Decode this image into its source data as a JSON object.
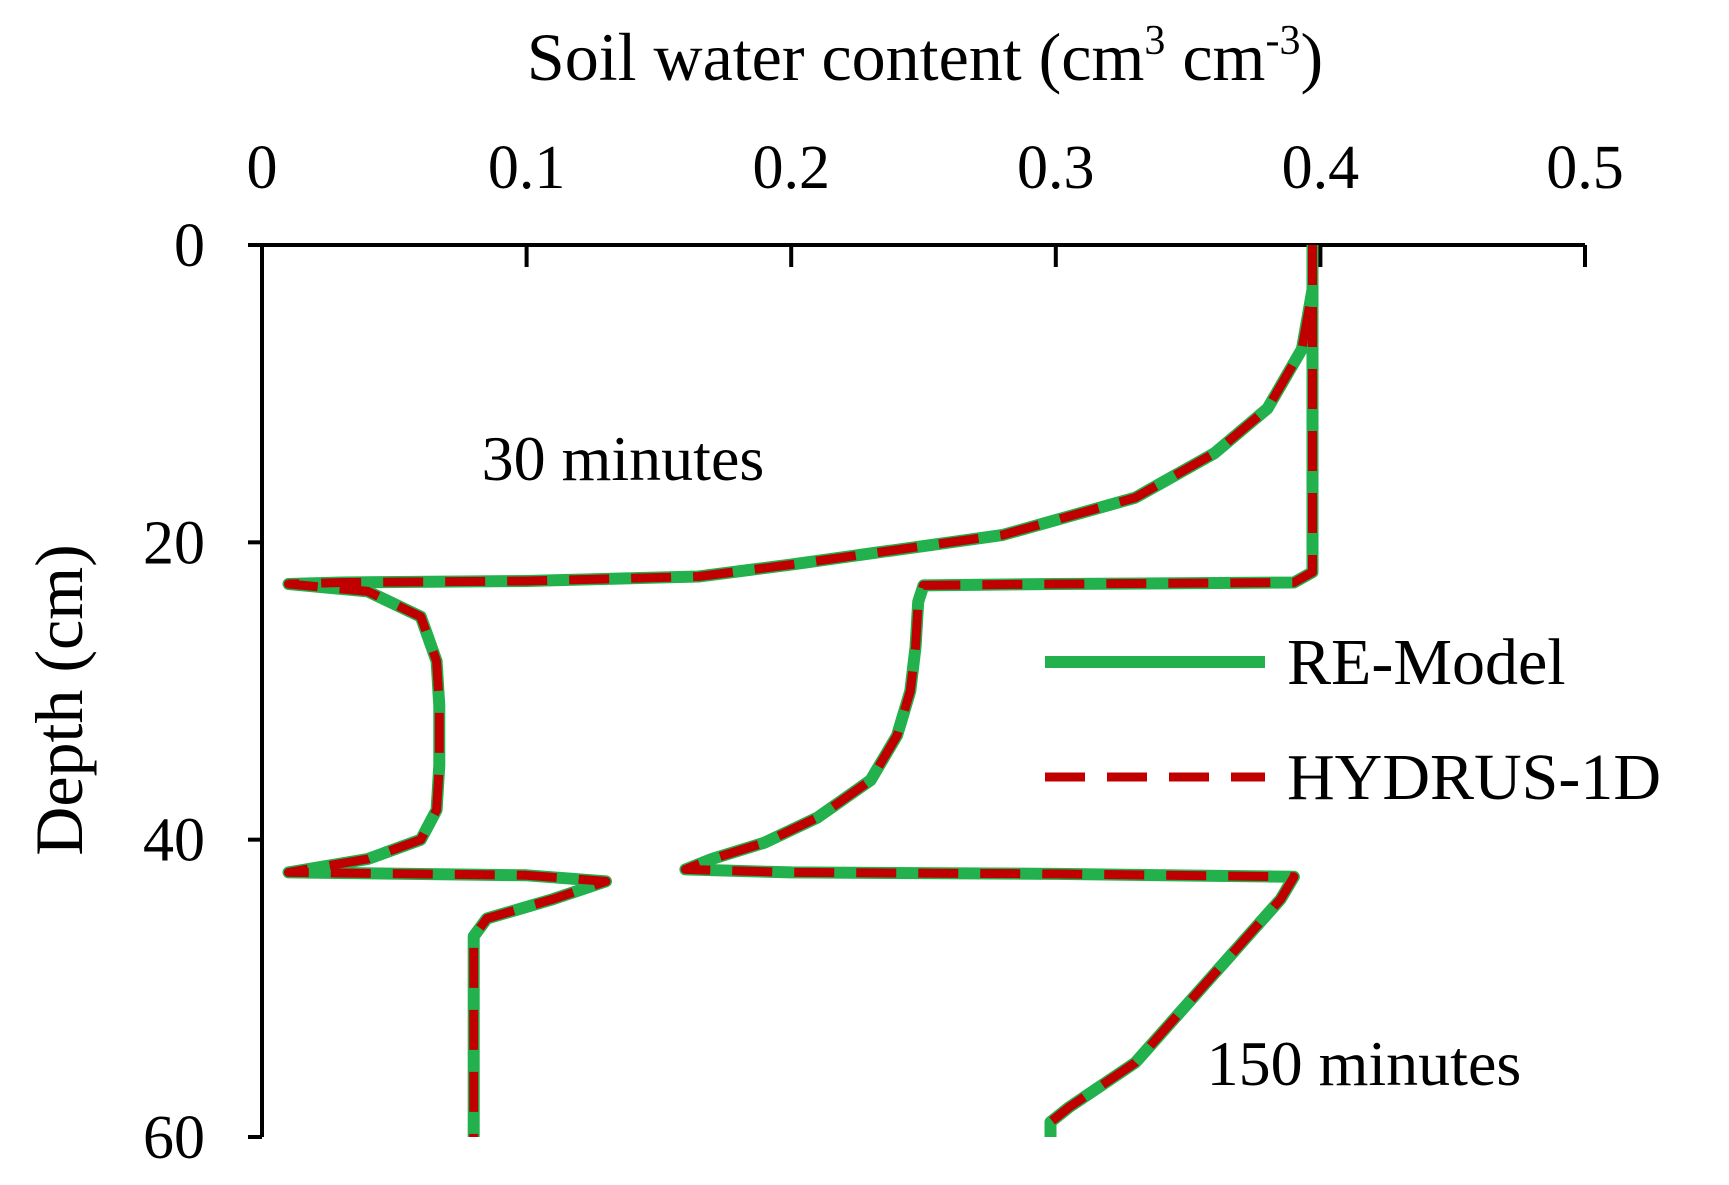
{
  "chart_data": {
    "type": "line",
    "title": "",
    "xlabel": "Soil water content (cm",
    "xlabel_sup1": "3",
    "xlabel_mid": " cm",
    "xlabel_sup2": "-3",
    "xlabel_end": ")",
    "ylabel": "Depth (cm)",
    "x_axis_position": "top",
    "y_axis_inverted": true,
    "xlim": [
      0,
      0.5
    ],
    "ylim": [
      0,
      60
    ],
    "x_ticks": [
      "0",
      "0.1",
      "0.2",
      "0.3",
      "0.4",
      "0.5"
    ],
    "y_ticks": [
      "0",
      "20",
      "40",
      "60"
    ],
    "x_tick_values": [
      0,
      0.1,
      0.2,
      0.3,
      0.4,
      0.5
    ],
    "y_tick_values": [
      0,
      20,
      40,
      60
    ],
    "grid": false,
    "legend_position": "right",
    "series": [
      {
        "name": "RE-Model",
        "color": "#22b14c",
        "style": "solid",
        "profiles": [
          {
            "label": "30 minutes",
            "points": [
              [
                0.397,
                0
              ],
              [
                0.397,
                3
              ],
              [
                0.393,
                7
              ],
              [
                0.38,
                11
              ],
              [
                0.36,
                14
              ],
              [
                0.33,
                17
              ],
              [
                0.28,
                19.5
              ],
              [
                0.2,
                21.5
              ],
              [
                0.165,
                22.3
              ],
              [
                0.1,
                22.6
              ],
              [
                0.03,
                22.7
              ],
              [
                0.01,
                22.8
              ],
              [
                0.04,
                23.3
              ],
              [
                0.06,
                25
              ],
              [
                0.066,
                28
              ],
              [
                0.067,
                31
              ],
              [
                0.067,
                35
              ],
              [
                0.066,
                38
              ],
              [
                0.06,
                40
              ],
              [
                0.04,
                41.3
              ],
              [
                0.01,
                42.2
              ],
              [
                0.1,
                42.4
              ],
              [
                0.13,
                42.8
              ],
              [
                0.11,
                44
              ],
              [
                0.085,
                45.3
              ],
              [
                0.08,
                46.5
              ],
              [
                0.08,
                52
              ],
              [
                0.08,
                60
              ]
            ]
          },
          {
            "label": "150 minutes",
            "points": [
              [
                0.397,
                0
              ],
              [
                0.397,
                10
              ],
              [
                0.397,
                20
              ],
              [
                0.397,
                22
              ],
              [
                0.39,
                22.7
              ],
              [
                0.3,
                22.8
              ],
              [
                0.25,
                22.9
              ],
              [
                0.248,
                24
              ],
              [
                0.247,
                27
              ],
              [
                0.245,
                30
              ],
              [
                0.24,
                33
              ],
              [
                0.23,
                36
              ],
              [
                0.21,
                38.5
              ],
              [
                0.19,
                40.2
              ],
              [
                0.17,
                41.3
              ],
              [
                0.16,
                42
              ],
              [
                0.2,
                42.2
              ],
              [
                0.3,
                42.3
              ],
              [
                0.39,
                42.5
              ],
              [
                0.385,
                44
              ],
              [
                0.37,
                47
              ],
              [
                0.35,
                51
              ],
              [
                0.33,
                55
              ],
              [
                0.305,
                58
              ],
              [
                0.298,
                59
              ],
              [
                0.298,
                60
              ]
            ]
          }
        ]
      },
      {
        "name": "HYDRUS-1D",
        "color": "#c00000",
        "style": "dashed",
        "profiles": [
          {
            "label": "30 minutes",
            "points": [
              [
                0.397,
                0
              ],
              [
                0.397,
                3
              ],
              [
                0.393,
                7
              ],
              [
                0.38,
                11
              ],
              [
                0.36,
                14
              ],
              [
                0.33,
                17
              ],
              [
                0.28,
                19.5
              ],
              [
                0.2,
                21.5
              ],
              [
                0.165,
                22.3
              ],
              [
                0.1,
                22.6
              ],
              [
                0.03,
                22.7
              ],
              [
                0.01,
                22.8
              ],
              [
                0.04,
                23.3
              ],
              [
                0.06,
                25
              ],
              [
                0.066,
                28
              ],
              [
                0.067,
                31
              ],
              [
                0.067,
                35
              ],
              [
                0.066,
                38
              ],
              [
                0.06,
                40
              ],
              [
                0.04,
                41.3
              ],
              [
                0.01,
                42.2
              ],
              [
                0.1,
                42.4
              ],
              [
                0.13,
                42.8
              ],
              [
                0.11,
                44
              ],
              [
                0.085,
                45.3
              ],
              [
                0.08,
                46.5
              ],
              [
                0.08,
                52
              ],
              [
                0.08,
                60
              ]
            ]
          },
          {
            "label": "150 minutes",
            "points": [
              [
                0.397,
                0
              ],
              [
                0.397,
                10
              ],
              [
                0.397,
                20
              ],
              [
                0.397,
                22
              ],
              [
                0.39,
                22.7
              ],
              [
                0.3,
                22.8
              ],
              [
                0.25,
                22.9
              ],
              [
                0.248,
                24
              ],
              [
                0.247,
                27
              ],
              [
                0.245,
                30
              ],
              [
                0.24,
                33
              ],
              [
                0.23,
                36
              ],
              [
                0.21,
                38.5
              ],
              [
                0.19,
                40.2
              ],
              [
                0.17,
                41.3
              ],
              [
                0.16,
                42
              ],
              [
                0.2,
                42.2
              ],
              [
                0.3,
                42.3
              ],
              [
                0.39,
                42.5
              ],
              [
                0.385,
                44
              ],
              [
                0.37,
                47
              ],
              [
                0.35,
                51
              ],
              [
                0.33,
                55
              ],
              [
                0.305,
                58
              ],
              [
                0.298,
                59
              ],
              [
                0.298,
                60
              ]
            ]
          }
        ]
      }
    ],
    "annotations": [
      {
        "text": "30 minutes",
        "x": 0.083,
        "y": 15.8
      },
      {
        "text": "150 minutes",
        "x": 0.357,
        "y": 56.5
      }
    ]
  }
}
